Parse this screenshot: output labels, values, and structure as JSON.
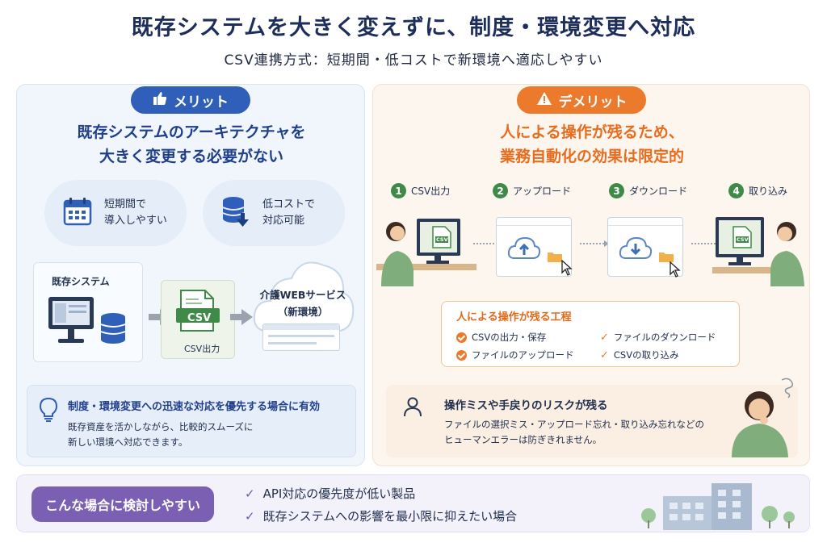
{
  "title": "既存システムを大きく変えずに、制度・環境変更へ対応",
  "subtitle": "CSV連携方式：短期間・低コストで新環境へ適応しやすい",
  "merit": {
    "label": "メリット",
    "headline_line1": "既存システムのアーキテクチャを",
    "headline_line2": "大きく変更する必要がない",
    "bubble1_line1": "短期間で",
    "bubble1_line2": "導入しやすい",
    "bubble2_line1": "低コストで",
    "bubble2_line2": "対応可能",
    "existing_system": "既存システム",
    "csv_file": "CSV",
    "csv_output": "CSV出力",
    "new_env_line1": "介護WEBサービス",
    "new_env_line2": "（新環境）",
    "info_title": "制度・環境変更への迅速な対応を優先する場合に有効",
    "info_line1": "既存資産を活かしながら、比較的スムーズに",
    "info_line2": "新しい環境へ対応できます。"
  },
  "demerit": {
    "label": "デメリット",
    "headline_line1": "人による操作が残るため、",
    "headline_line2": "業務自動化の効果は限定的",
    "steps": [
      {
        "num": "1",
        "label": "CSV出力"
      },
      {
        "num": "2",
        "label": "アップロード"
      },
      {
        "num": "3",
        "label": "ダウンロード"
      },
      {
        "num": "4",
        "label": "取り込み"
      }
    ],
    "csv_file": "CSV",
    "process_title": "人による操作が残る工程",
    "process_items": [
      "CSVの出力・保存",
      "ファイルのダウンロード",
      "ファイルのアップロード",
      "CSVの取り込み"
    ],
    "risk_title": "操作ミスや手戻りのリスクが残る",
    "risk_line1": "ファイルの選択ミス・アップロード忘れ・取り込み忘れなどの",
    "risk_line2": "ヒューマンエラーは防ぎきれません。"
  },
  "bottom": {
    "label": "こんな場合に検討しやすい",
    "items": [
      "API対応の優先度が低い製品",
      "既存システムへの影響を最小限に抑えたい場合"
    ]
  },
  "colors": {
    "blue": "#2f5fb8",
    "orange": "#ec7a2c",
    "green": "#3f8a49",
    "purple": "#7a5fb3"
  }
}
